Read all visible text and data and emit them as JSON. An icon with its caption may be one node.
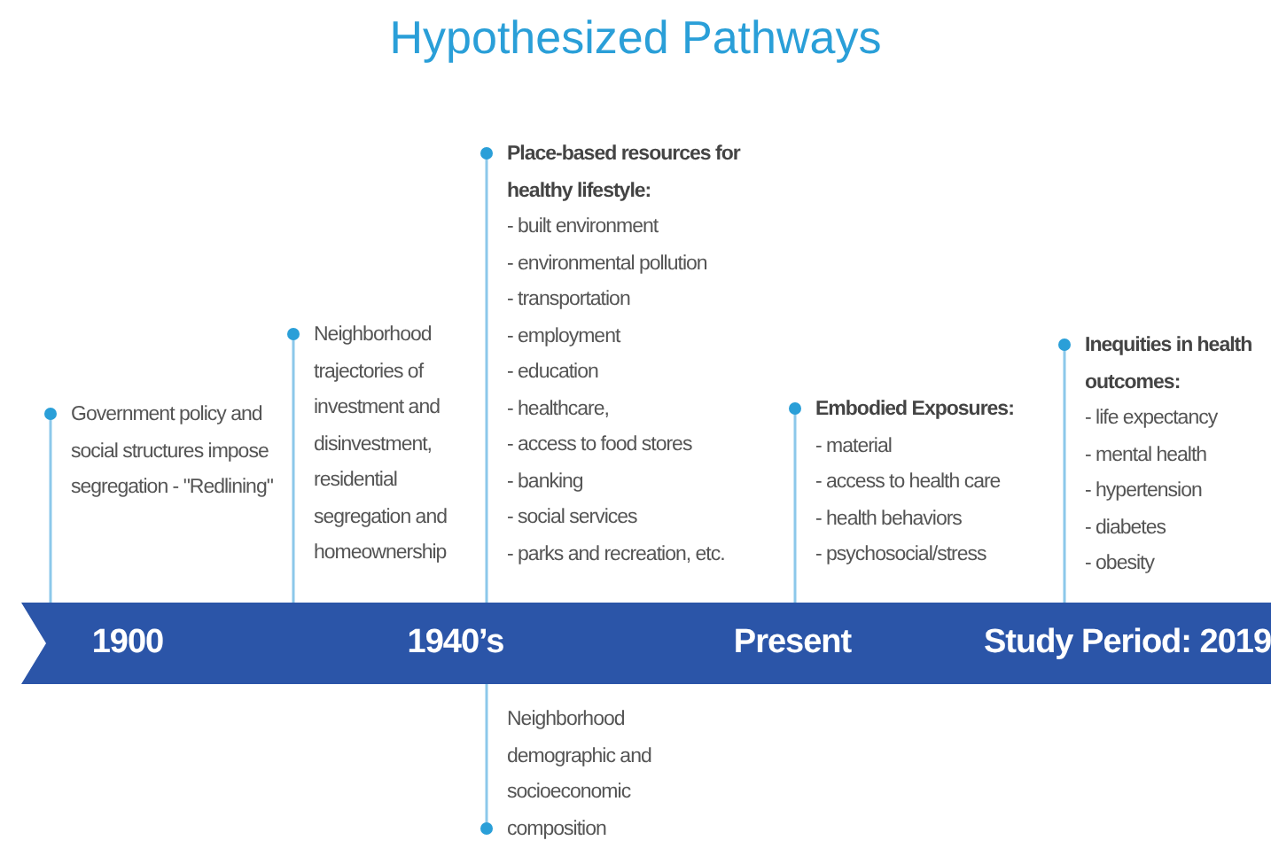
{
  "diagram": {
    "title": "Hypothesized Pathways",
    "nodes": [
      {
        "text": [
          "1900",
          "1940’s",
          "Present",
          "Study Period: 2019"
        ]
      },
      {
        "text": [
          "Government policy and social structures impose segregation - \"Redlining\""
        ]
      },
      {
        "text": [
          "Neighborhood trajectories of investment and disinvestment, residential segregation and homeownership"
        ]
      },
      {
        "text": [
          "Place-based resources for healthy lifestyle:",
          "- built environment - environmental pollution - transportation - employment - education - healthcare, - access to food stores - banking - social services - parks and recreation, etc."
        ]
      },
      {
        "text": [
          "Neighborhood demographic and socioeconomic composition"
        ]
      },
      {
        "text": [
          "Embodied Exposures:",
          "- material - access to health care - health behaviors - psychosocial/stress"
        ]
      },
      {
        "text": [
          "Inequities in health outcomes:",
          "- life expectancy - mental health - hypertension - diabetes - obesity"
        ]
      }
    ],
    "edges": [
      {
        "from": 1,
        "to": 0,
        "arrow": "none"
      },
      {
        "from": 2,
        "to": 0,
        "arrow": "none"
      },
      {
        "from": 3,
        "to": 0,
        "arrow": "none"
      },
      {
        "from": 4,
        "to": 0,
        "arrow": "none"
      },
      {
        "from": 5,
        "to": 0,
        "arrow": "none"
      },
      {
        "from": 6,
        "to": 0,
        "arrow": "none"
      }
    ]
  }
}
